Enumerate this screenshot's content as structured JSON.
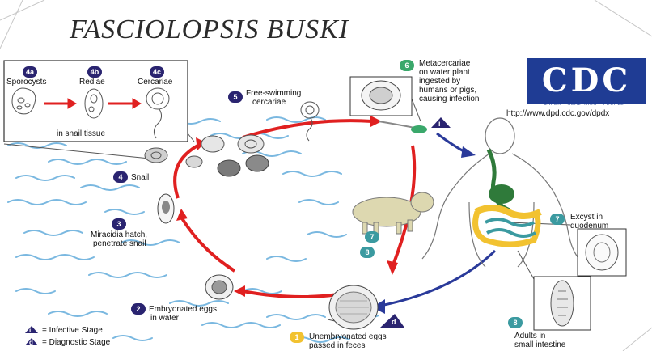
{
  "title": "FASCIOLOPSIS BUSKI",
  "logo": {
    "text": "CDC",
    "tagline": "SAFER · HEALTHIER · PEOPLE™",
    "url": "http://www.dpd.cdc.gov/dpdx"
  },
  "stages": {
    "s4a": {
      "badge": "4a",
      "label": "Sporocysts"
    },
    "s4b": {
      "badge": "4b",
      "label": "Rediae"
    },
    "s4c": {
      "badge": "4c",
      "label": "Cercariae"
    },
    "snail_tissue": "in snail tissue",
    "s4": {
      "badge": "4",
      "label": "Snail"
    },
    "s5": {
      "badge": "5",
      "label1": "Free-swimming",
      "label2": "cercariae"
    },
    "s6": {
      "badge": "6",
      "label1": "Metacercariae",
      "label2": "on water plant",
      "label3": "ingested by",
      "label4": "humans or pigs,",
      "label5": "causing infection"
    },
    "s3": {
      "badge": "3",
      "label1": "Miracidia hatch,",
      "label2": "penetrate snail"
    },
    "s2": {
      "badge": "2",
      "label1": "Embryonated eggs",
      "label2": "in water"
    },
    "s1": {
      "badge": "1",
      "label1": "Unembryonated eggs",
      "label2": "passed in feces"
    },
    "s7": {
      "badge": "7",
      "label1": "Excyst in",
      "label2": "duodenum"
    },
    "s8": {
      "badge": "8",
      "label1": "Adults in",
      "label2": "small intestine"
    },
    "pig7": "7",
    "pig8": "8",
    "infective_mark": "i",
    "diagnostic_mark": "d"
  },
  "legend": {
    "infective": "= Infective Stage",
    "diagnostic": "= Diagnostic Stage",
    "i": "i",
    "d": "d"
  },
  "colors": {
    "navy": "#2a2470",
    "green": "#3aa86b",
    "yellow": "#f2c230",
    "teal": "#3b9aa0",
    "red": "#e02020",
    "water": "#7ab8e0"
  }
}
